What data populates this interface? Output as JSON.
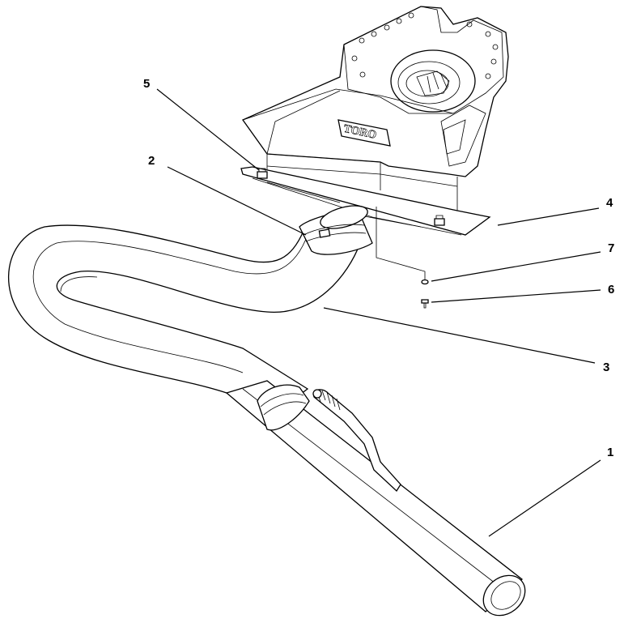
{
  "diagram": {
    "logo_text": "TORO",
    "callouts": [
      {
        "id": "1",
        "part": "lower-tube"
      },
      {
        "id": "2",
        "part": "hose-clamp"
      },
      {
        "id": "3",
        "part": "flexible-hose"
      },
      {
        "id": "4",
        "part": "mounting-plate"
      },
      {
        "id": "5",
        "part": "nut"
      },
      {
        "id": "6",
        "part": "screw"
      },
      {
        "id": "7",
        "part": "washer"
      }
    ]
  }
}
